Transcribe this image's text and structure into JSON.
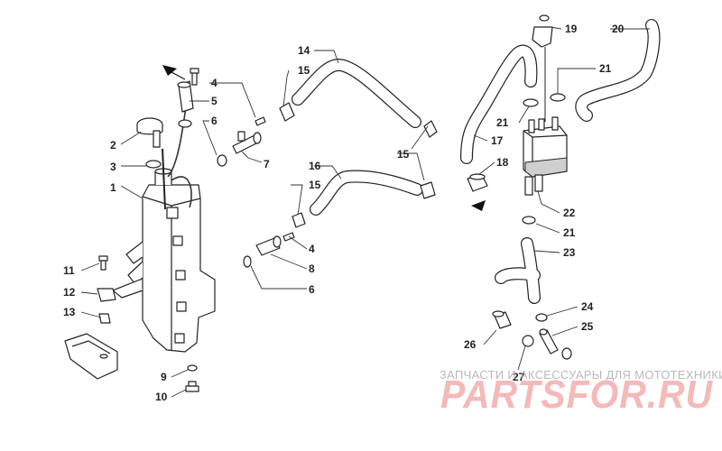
{
  "callouts": [
    {
      "id": "c1",
      "text": "1"
    },
    {
      "id": "c2",
      "text": "2"
    },
    {
      "id": "c3",
      "text": "3"
    },
    {
      "id": "c4a",
      "text": "4"
    },
    {
      "id": "c4b",
      "text": "4"
    },
    {
      "id": "c5",
      "text": "5"
    },
    {
      "id": "c6a",
      "text": "6"
    },
    {
      "id": "c6b",
      "text": "6"
    },
    {
      "id": "c7",
      "text": "7"
    },
    {
      "id": "c8",
      "text": "8"
    },
    {
      "id": "c9",
      "text": "9"
    },
    {
      "id": "c10",
      "text": "10"
    },
    {
      "id": "c11",
      "text": "11"
    },
    {
      "id": "c12",
      "text": "12"
    },
    {
      "id": "c13",
      "text": "13"
    },
    {
      "id": "c14",
      "text": "14"
    },
    {
      "id": "c15a",
      "text": "15"
    },
    {
      "id": "c15b",
      "text": "15"
    },
    {
      "id": "c15c",
      "text": "15"
    },
    {
      "id": "c16",
      "text": "16"
    },
    {
      "id": "c17",
      "text": "17"
    },
    {
      "id": "c18",
      "text": "18"
    },
    {
      "id": "c19",
      "text": "19"
    },
    {
      "id": "c20",
      "text": "20"
    },
    {
      "id": "c21a",
      "text": "21"
    },
    {
      "id": "c21b",
      "text": "21"
    },
    {
      "id": "c21c",
      "text": "21"
    },
    {
      "id": "c22",
      "text": "22"
    },
    {
      "id": "c23",
      "text": "23"
    },
    {
      "id": "c24",
      "text": "24"
    },
    {
      "id": "c25",
      "text": "25"
    },
    {
      "id": "c26",
      "text": "26"
    },
    {
      "id": "c27",
      "text": "27"
    }
  ],
  "watermark": {
    "tagline": "ЗАПЧАСТИ И АКСЕССУАРЫ ДЛЯ МОТОТЕХНИКИ",
    "brand": "PARTSFOR.RU"
  }
}
